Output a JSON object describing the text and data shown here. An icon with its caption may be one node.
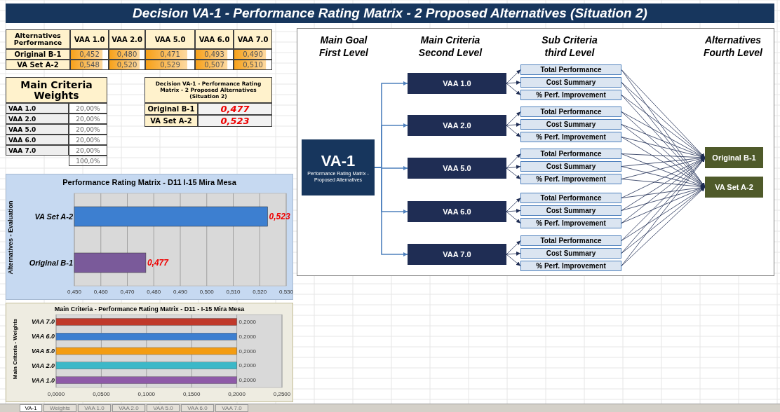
{
  "diagram": {
    "title": "Decision VA-1 - Performance Rating Matrix - 2 Proposed Alternatives (Situation 2)",
    "nodes": [
      {
        "text": [
          "VA-1",
          "Performance Rating Matrix - Proposed Alternatives"
        ]
      },
      {
        "text": [
          "VAA 1.0"
        ]
      },
      {
        "text": [
          "VAA 2.0"
        ]
      },
      {
        "text": [
          "VAA 5.0"
        ]
      },
      {
        "text": [
          "VAA 6.0"
        ]
      },
      {
        "text": [
          "VAA 7.0"
        ]
      },
      {
        "text": [
          "Total Performance"
        ]
      },
      {
        "text": [
          "Cost Summary"
        ]
      },
      {
        "text": [
          "% Perf. Improvement"
        ]
      },
      {
        "text": [
          "Total Performance"
        ]
      },
      {
        "text": [
          "Cost Summary"
        ]
      },
      {
        "text": [
          "% Perf. Improvement"
        ]
      },
      {
        "text": [
          "Total Performance"
        ]
      },
      {
        "text": [
          "Cost Summary"
        ]
      },
      {
        "text": [
          "% Perf. Improvement"
        ]
      },
      {
        "text": [
          "Total Performance"
        ]
      },
      {
        "text": [
          "Cost Summary"
        ]
      },
      {
        "text": [
          "% Perf. Improvement"
        ]
      },
      {
        "text": [
          "Total Performance"
        ]
      },
      {
        "text": [
          "Cost Summary"
        ]
      },
      {
        "text": [
          "% Perf. Improvement"
        ]
      },
      {
        "text": [
          "Original B-1"
        ]
      },
      {
        "text": [
          "VA Set A-2"
        ]
      }
    ],
    "edges": [
      {
        "from": 0,
        "to": 1,
        "arrow": "to",
        "color": "#4f81bd"
      },
      {
        "from": 0,
        "to": 2,
        "arrow": "to",
        "color": "#4f81bd"
      },
      {
        "from": 0,
        "to": 3,
        "arrow": "to",
        "color": "#4f81bd"
      },
      {
        "from": 0,
        "to": 4,
        "arrow": "to",
        "color": "#4f81bd"
      },
      {
        "from": 0,
        "to": 5,
        "arrow": "to",
        "color": "#4f81bd"
      },
      {
        "from": 1,
        "to": 6,
        "arrow": "to"
      },
      {
        "from": 1,
        "to": 7,
        "arrow": "to"
      },
      {
        "from": 1,
        "to": 8,
        "arrow": "to"
      },
      {
        "from": 2,
        "to": 9,
        "arrow": "to"
      },
      {
        "from": 2,
        "to": 10,
        "arrow": "to"
      },
      {
        "from": 2,
        "to": 11,
        "arrow": "to"
      },
      {
        "from": 3,
        "to": 12,
        "arrow": "to"
      },
      {
        "from": 3,
        "to": 13,
        "arrow": "to"
      },
      {
        "from": 3,
        "to": 14,
        "arrow": "to"
      },
      {
        "from": 4,
        "to": 15,
        "arrow": "to"
      },
      {
        "from": 4,
        "to": 16,
        "arrow": "to"
      },
      {
        "from": 4,
        "to": 17,
        "arrow": "to"
      },
      {
        "from": 5,
        "to": 18,
        "arrow": "to"
      },
      {
        "from": 5,
        "to": 19,
        "arrow": "to"
      },
      {
        "from": 5,
        "to": 20,
        "arrow": "to"
      },
      {
        "from": 6,
        "to": 21,
        "arrow": "to"
      },
      {
        "from": 6,
        "to": 22,
        "arrow": "to"
      },
      {
        "from": 7,
        "to": 21,
        "arrow": "to"
      },
      {
        "from": 7,
        "to": 22,
        "arrow": "to"
      },
      {
        "from": 8,
        "to": 21,
        "arrow": "to"
      },
      {
        "from": 8,
        "to": 22,
        "arrow": "to"
      },
      {
        "from": 9,
        "to": 21,
        "arrow": "to"
      },
      {
        "from": 9,
        "to": 22,
        "arrow": "to"
      },
      {
        "from": 10,
        "to": 21,
        "arrow": "to"
      },
      {
        "from": 10,
        "to": 22,
        "arrow": "to"
      },
      {
        "from": 11,
        "to": 21,
        "arrow": "to"
      },
      {
        "from": 11,
        "to": 22,
        "arrow": "to"
      },
      {
        "from": 12,
        "to": 21,
        "arrow": "to"
      },
      {
        "from": 12,
        "to": 22,
        "arrow": "to"
      },
      {
        "from": 13,
        "to": 21,
        "arrow": "to"
      },
      {
        "from": 13,
        "to": 22,
        "arrow": "to"
      },
      {
        "from": 14,
        "to": 21,
        "arrow": "to"
      },
      {
        "from": 14,
        "to": 22,
        "arrow": "to"
      },
      {
        "from": 15,
        "to": 21,
        "arrow": "to"
      },
      {
        "from": 15,
        "to": 22,
        "arrow": "to"
      },
      {
        "from": 16,
        "to": 21,
        "arrow": "to"
      },
      {
        "from": 16,
        "to": 22,
        "arrow": "to"
      },
      {
        "from": 17,
        "to": 21,
        "arrow": "to"
      },
      {
        "from": 17,
        "to": 22,
        "arrow": "to"
      },
      {
        "from": 18,
        "to": 21,
        "arrow": "to"
      },
      {
        "from": 18,
        "to": 22,
        "arrow": "to"
      },
      {
        "from": 19,
        "to": 21,
        "arrow": "to"
      },
      {
        "from": 19,
        "to": 22,
        "arrow": "to"
      },
      {
        "from": 20,
        "to": 21,
        "arrow": "to"
      },
      {
        "from": 20,
        "to": 22,
        "arrow": "to"
      }
    ],
    "labels": [
      "Alternatives Performance",
      "VAA 1.0",
      "VAA 2.0",
      "VAA 5.0",
      "VAA 6.0",
      "VAA 7.0",
      "Original B-1",
      "0,452",
      "0,480",
      "0,471",
      "0,493",
      "0,490",
      "VA Set A-2",
      "0,548",
      "0,520",
      "0,529",
      "0,507",
      "0,510",
      "Main Criteria Weights",
      "VAA 1.0",
      "20,00%",
      "VAA 2.0",
      "20,00%",
      "VAA 5.0",
      "20,00%",
      "VAA 6.0",
      "20,00%",
      "VAA 7.0",
      "20,00%",
      "100,0%",
      "Decision VA-1 - Performance Rating Matrix - 2 Proposed Alternatives (Situation 2)",
      "Original B-1",
      "0,477",
      "VA Set A-2",
      "0,523",
      "Main Goal First Level",
      "Main Criteria Second Level",
      "Sub Criteria third Level",
      "Alternatives Fourth Level",
      "Main Criteria - Performance Rating Matrix - D11 - I-15 Mira Mesa",
      "Main Criteria - Weights",
      "VAA 7.0",
      "VAA 6.0",
      "VAA 5.0",
      "VAA 2.0",
      "VAA 1.0",
      "0,2000",
      "0,2000",
      "0,2000",
      "0,2000",
      "0,2000",
      "0,0000",
      "0,0500",
      "0,1000",
      "0,1500",
      "0,2000",
      "0,2500",
      "VA-1",
      "Weights",
      "VAA 1.0",
      "VAA 2.0",
      "VAA 5.0",
      "VAA 6.0",
      "VAA 7.0"
    ],
    "chart_data": {
      "type": "bar",
      "orientation": "horizontal",
      "title": "Performance Rating Matrix -  D11 I-15 Mira Mesa",
      "ylabel": "Alternatives - Evaluation",
      "categories": [
        "VA Set A-2",
        "Original B-1"
      ],
      "series": [
        {
          "values": [
            0.523,
            0.477
          ]
        }
      ],
      "value_labels": [
        "0,523",
        "0,477"
      ],
      "grid": true,
      "xlim": [
        0.45,
        0.53
      ],
      "xticks": [
        {
          "value": 0.45,
          "label": "0,450"
        },
        {
          "value": 0.46,
          "label": "0,460"
        },
        {
          "value": 0.47,
          "label": "0,470"
        },
        {
          "value": 0.48,
          "label": "0,480"
        },
        {
          "value": 0.49,
          "label": "0,490"
        },
        {
          "value": 0.5,
          "label": "0,500"
        },
        {
          "value": 0.51,
          "label": "0,510"
        },
        {
          "value": 0.52,
          "label": "0,520"
        },
        {
          "value": 0.53,
          "label": "0,530"
        }
      ]
    }
  }
}
